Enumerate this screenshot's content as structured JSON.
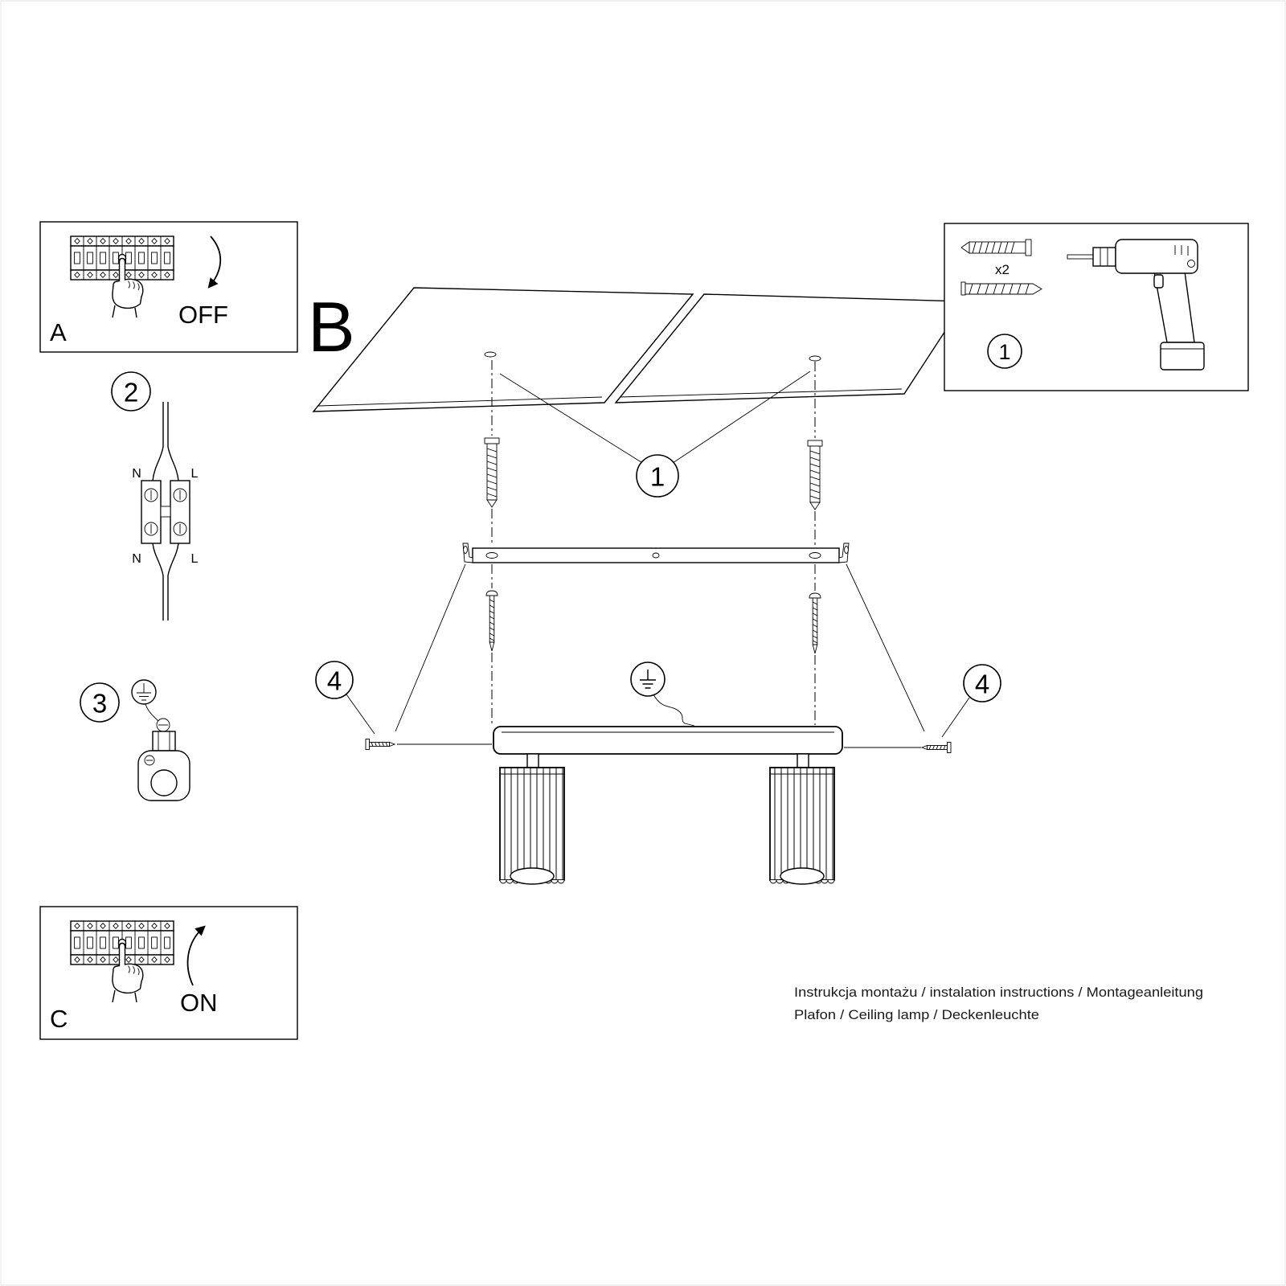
{
  "sections": {
    "a": "A",
    "b": "B",
    "c": "C"
  },
  "actions": {
    "off": "OFF",
    "on": "ON"
  },
  "callouts": {
    "c1": "1",
    "c2": "2",
    "c3": "3",
    "c4": "4"
  },
  "wiring": {
    "neutral": "N",
    "live": "L"
  },
  "hardware": {
    "anchor_qty": "x2"
  },
  "footer": {
    "line1": "Instrukcja montażu / instalation instructions / Montageanleitung",
    "line2": "Plafon / Ceiling lamp / Deckenleuchte"
  }
}
